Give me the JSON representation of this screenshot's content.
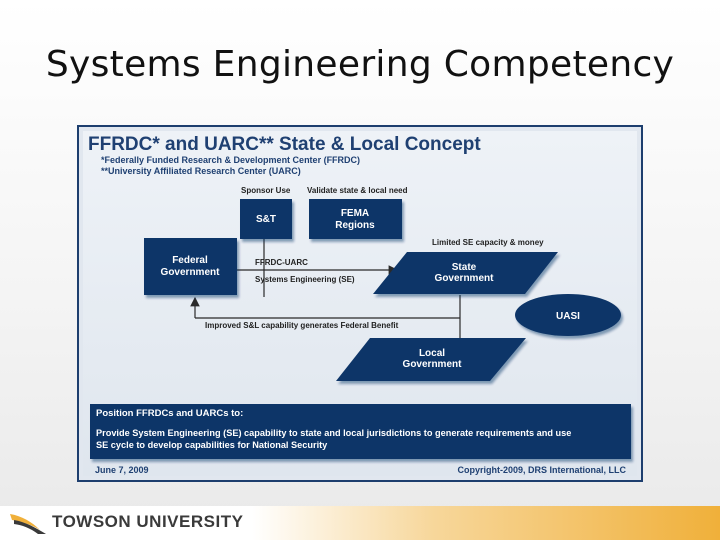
{
  "slide": {
    "title": "Systems Engineering  Competency"
  },
  "diagram": {
    "heading": "FFRDC* and UARC** State & Local Concept",
    "footnote1": "*Federally Funded Research & Development Center (FFRDC)",
    "footnote2": "**University Affiliated Research Center (UARC)",
    "sponsor_use": "Sponsor Use",
    "validate": "Validate state & local need",
    "st": "S&T",
    "fema_line1": "FEMA",
    "fema_line2": "Regions",
    "federal_line1": "Federal",
    "federal_line2": "Government",
    "ffrdc_uarc": "FFRDC-UARC",
    "se": "Systems Engineering (SE)",
    "limited": "Limited SE capacity & money",
    "state_line1": "State",
    "state_line2": "Government",
    "uasi": "UASI",
    "improved": "Improved S&L capability generates Federal Benefit",
    "local_line1": "Local",
    "local_line2": "Government",
    "position_heading": "Position FFRDCs and UARCs to:",
    "position_line1": "Provide System Engineering (SE) capability to state and local jurisdictions to generate requirements and use",
    "position_line2": "SE cycle to develop capabilities for National Security",
    "date": "June 7, 2009",
    "copyright": "Copyright-2009, DRS International, LLC"
  },
  "footer": {
    "university": "TOWSON UNIVERSITY"
  },
  "colors": {
    "navy": "#0f3567",
    "heading": "#1f4072",
    "gold": "#f0b03a"
  }
}
